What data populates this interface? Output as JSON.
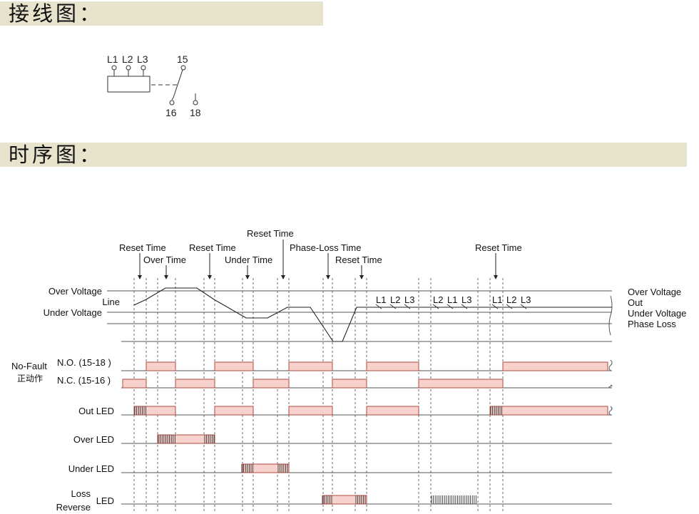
{
  "headers": {
    "wiring": "接线图：",
    "timing": "时序图："
  },
  "wiring": {
    "terminals": [
      "L1",
      "L2",
      "L3"
    ],
    "common": "15",
    "nc": "16",
    "no": "18"
  },
  "timing": {
    "top_labels": {
      "reset1": "Reset Time",
      "over": "Over Time",
      "reset2": "Reset Time",
      "under": "Under Time",
      "reset3": "Reset Time",
      "phaseloss": "Phase-Loss Time",
      "reset4": "Reset Time",
      "reset5": "Reset Time"
    },
    "left_labels": {
      "over_voltage": "Over Voltage",
      "line": "Line",
      "under_voltage": "Under Voltage",
      "nofault": "No-Fault",
      "nofault_cn": "正动作",
      "no": "N.O. (15-18 )",
      "nc": "N.C. (15-16 )",
      "out_led": "Out  LED",
      "over_led": "Over  LED",
      "under_led": "Under  LED",
      "loss": "Loss",
      "reverse": "Reverse",
      "led": "LED"
    },
    "right_labels": {
      "over_voltage": "Over Voltage",
      "out": "Out",
      "under_voltage": "Under Voltage",
      "phase_loss": "Phase Loss"
    },
    "phase_seq": {
      "seq1": [
        "L1",
        "L2",
        "L3"
      ],
      "seq2": [
        "L2",
        "L1",
        "L3"
      ],
      "seq3": [
        "L1",
        "L2",
        "L3"
      ]
    },
    "colors": {
      "pulse_fill": "#f7d2cd",
      "pulse_stroke": "#b04a40",
      "grid": "#444444"
    }
  }
}
